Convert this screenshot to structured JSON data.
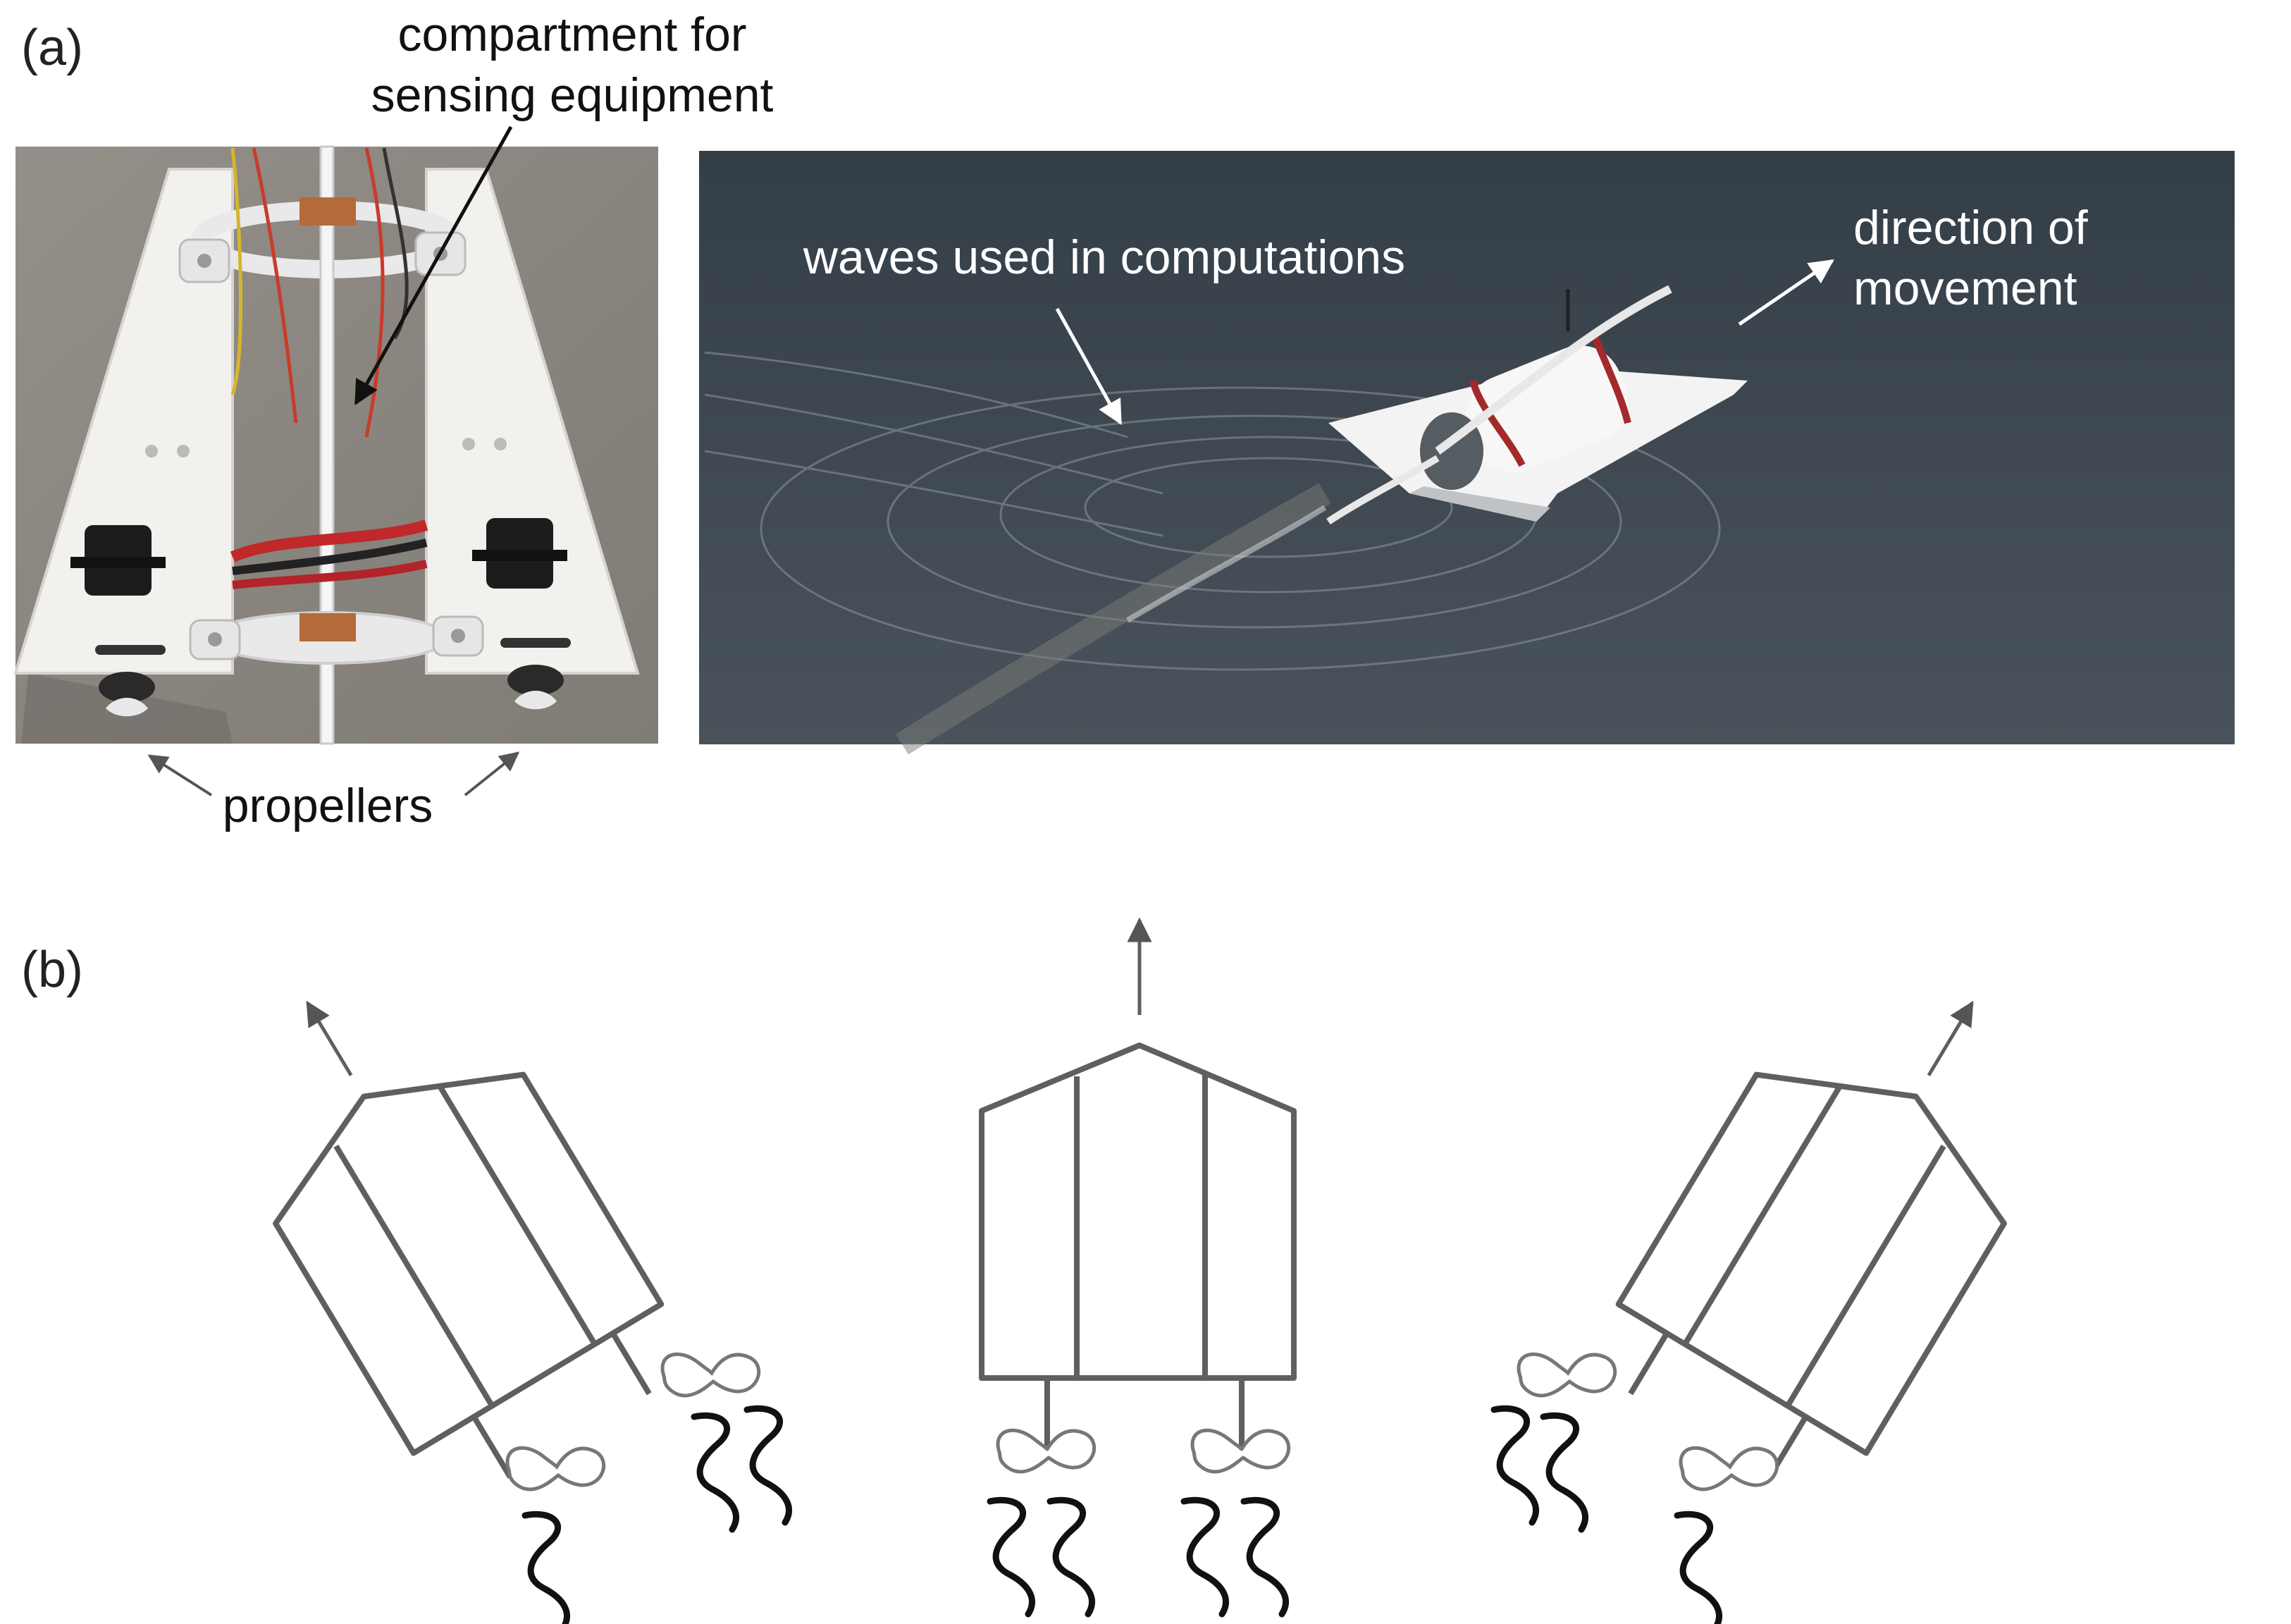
{
  "panel_a": {
    "label": "(a)",
    "photo_left": {
      "annotation_compartment_line1": "compartment for",
      "annotation_compartment_line2": "sensing equipment",
      "annotation_propellers": "propellers"
    },
    "photo_right": {
      "annotation_waves": "waves used in computations",
      "annotation_direction_line1": "direction of",
      "annotation_direction_line2": "movement"
    }
  },
  "panel_b": {
    "label": "(b)",
    "diagrams": [
      "left-turn",
      "straight",
      "right-turn"
    ]
  },
  "colors": {
    "diagram_stroke": "#5f5f5f",
    "wake_stroke": "#111111",
    "water": "#3c4650",
    "board": "#8c8881"
  }
}
